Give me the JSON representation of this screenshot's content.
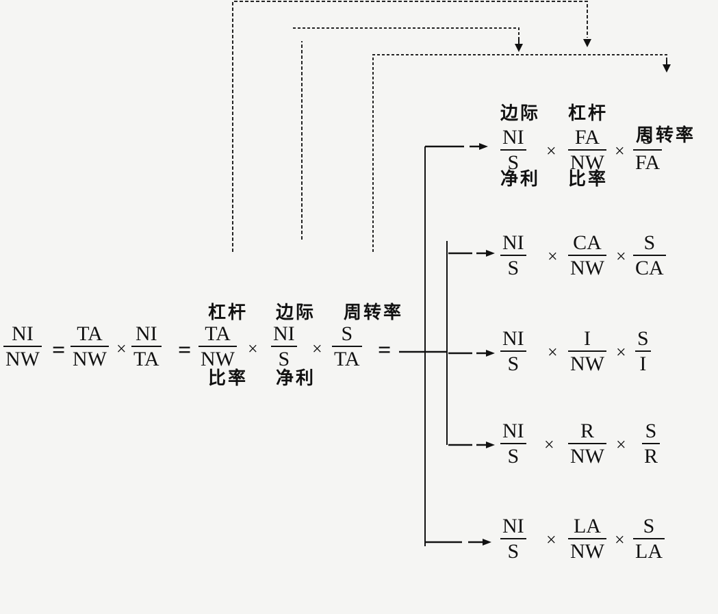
{
  "equation": {
    "lhs": {
      "num": "NI",
      "den": "NW"
    },
    "eq1": "=",
    "f1": {
      "num": "TA",
      "den": "NW"
    },
    "times1": "×",
    "f2": {
      "num": "NI",
      "den": "TA"
    },
    "eq2": "=",
    "f3": {
      "num": "TA",
      "den": "NW"
    },
    "times2": "×",
    "f4": {
      "num": "NI",
      "den": "S"
    },
    "times3": "×",
    "f5": {
      "num": "S",
      "den": "TA"
    },
    "eq3": "="
  },
  "labels_main": {
    "leverage": [
      "杠杆",
      "比率"
    ],
    "margin": [
      "边际",
      "净利"
    ],
    "turnover": [
      "周转率"
    ]
  },
  "labels_top": {
    "margin": [
      "边际",
      "净利"
    ],
    "leverage": [
      "杠杆",
      "比率"
    ],
    "turnover": [
      "周转率"
    ]
  },
  "branches": [
    {
      "a": {
        "num": "NI",
        "den": "S"
      },
      "b": {
        "num": "FA",
        "den": "NW"
      },
      "c": {
        "num": "S",
        "den": "FA"
      }
    },
    {
      "a": {
        "num": "NI",
        "den": "S"
      },
      "b": {
        "num": "CA",
        "den": "NW"
      },
      "c": {
        "num": "S",
        "den": "CA"
      }
    },
    {
      "a": {
        "num": "NI",
        "den": "S"
      },
      "b": {
        "num": "I",
        "den": "NW"
      },
      "c": {
        "num": "S",
        "den": "I"
      }
    },
    {
      "a": {
        "num": "NI",
        "den": "S"
      },
      "b": {
        "num": "R",
        "den": "NW"
      },
      "c": {
        "num": "S",
        "den": "R"
      }
    },
    {
      "a": {
        "num": "NI",
        "den": "S"
      },
      "b": {
        "num": "LA",
        "den": "NW"
      },
      "c": {
        "num": "S",
        "den": "LA"
      }
    }
  ],
  "times_sign": "×",
  "arrow_down": "↓"
}
